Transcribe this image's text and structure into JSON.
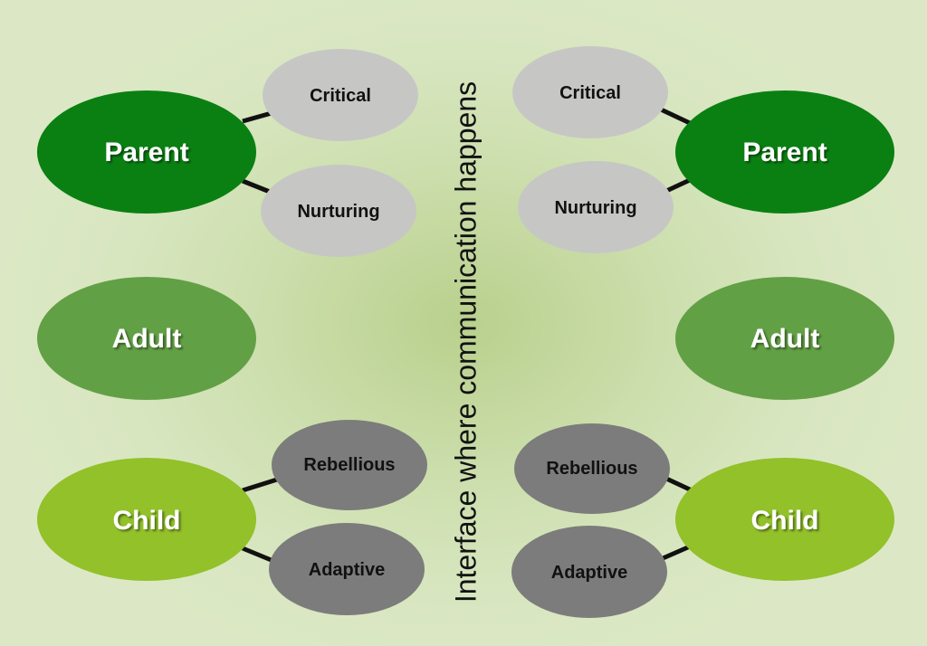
{
  "center_label": "Interface where communication happens",
  "colors": {
    "parent": "#0a8012",
    "adult": "#62a045",
    "child": "#92c12a",
    "parent_sub": "#c6c7c5",
    "child_sub": "#7c7c7c",
    "connector": "#111111",
    "main_text": "#ffffff",
    "sub_text": "#111111"
  },
  "left": {
    "parent": "Parent",
    "adult": "Adult",
    "child": "Child",
    "critical": "Critical",
    "nurturing": "Nurturing",
    "rebellious": "Rebellious",
    "adaptive": "Adaptive"
  },
  "right": {
    "parent": "Parent",
    "adult": "Adult",
    "child": "Child",
    "critical": "Critical",
    "nurturing": "Nurturing",
    "rebellious": "Rebellious",
    "adaptive": "Adaptive"
  }
}
